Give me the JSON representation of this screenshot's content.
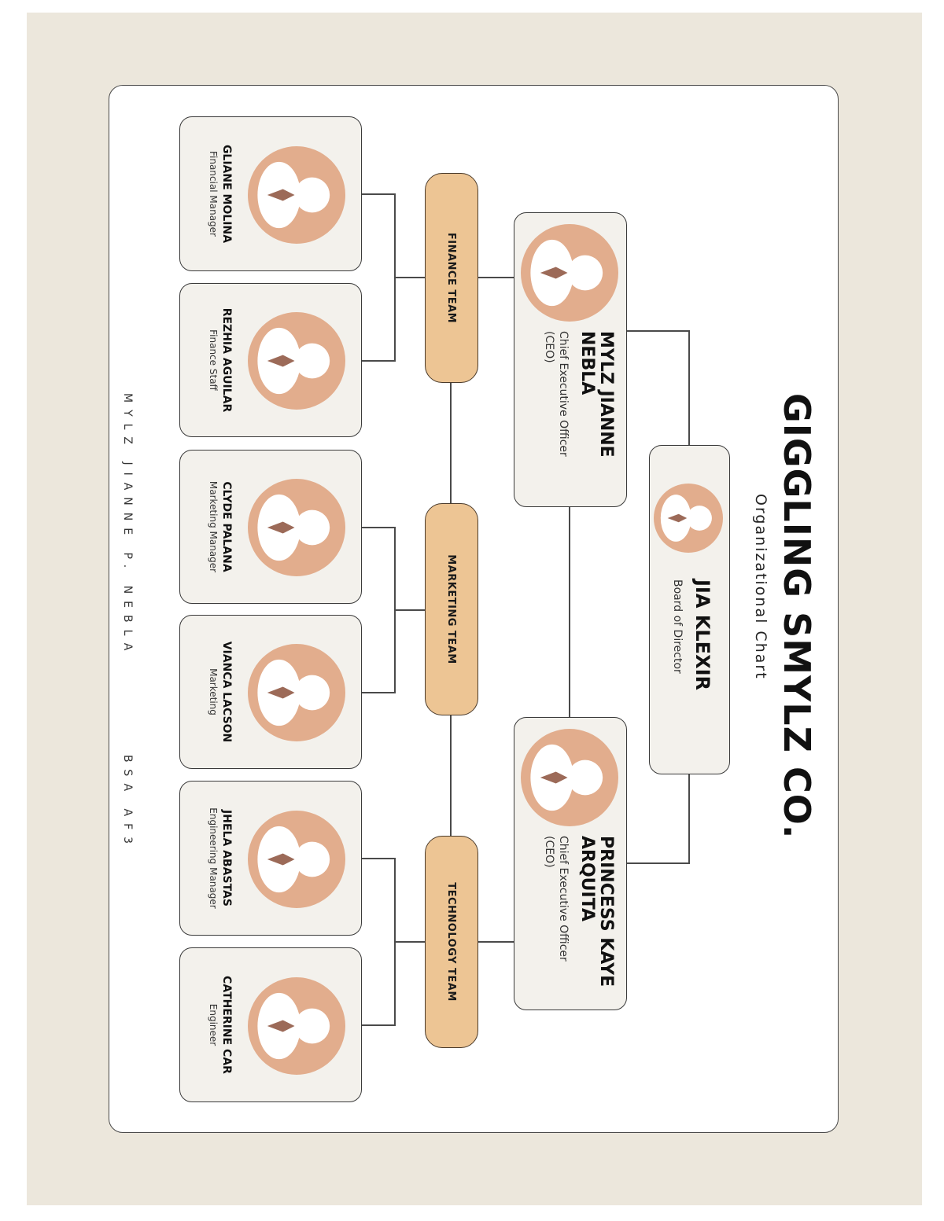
{
  "header": {
    "company_name": "GIGGLING SMYLZ CO.",
    "subtitle": "Organizational Chart"
  },
  "board": {
    "name": "JIA KLEXIR",
    "role": "Board of Director",
    "icon": "person-avatar-icon"
  },
  "executives": [
    {
      "name_line1": "MYLZ JIANNE",
      "name_line2": "NEBLA",
      "role_line1": "Chief Executive Officer",
      "role_line2": "(CEO)",
      "icon": "person-avatar-icon"
    },
    {
      "name_line1": "PRINCESS KAYE",
      "name_line2": "ARQUITA",
      "role_line1": "Chief Executive Officer",
      "role_line2": "(CEO)",
      "icon": "person-avatar-icon"
    }
  ],
  "teams": [
    {
      "label": "FINANCE TEAM",
      "members": [
        {
          "name": "GLIANE MOLINA",
          "role": "Financial Manager"
        },
        {
          "name": "REZHIA AGUILAR",
          "role": "Finance Staff"
        }
      ]
    },
    {
      "label": "MARKETING TEAM",
      "members": [
        {
          "name": "CLYDE PALANA",
          "role": "Marketing Manager"
        },
        {
          "name": "VIANCA LACSON",
          "role": "Marketing"
        }
      ]
    },
    {
      "label": "TECHNOLOGY TEAM",
      "members": [
        {
          "name": "JHELA ABASTAS",
          "role": "Engineering Manager"
        },
        {
          "name": "CATHERINE CAR",
          "role": "Engineer"
        }
      ]
    }
  ],
  "footer": {
    "author": "MYLZ JIANNE P. NEBLA",
    "section": "BSA AF3"
  },
  "colors": {
    "page_background": "#ece7dc",
    "card_background": "#f3f1ec",
    "team_pill": "#edc594",
    "avatar_circle": "#e2ad8d",
    "avatar_tie": "#9c6a58",
    "line": "#4a4a4a"
  }
}
